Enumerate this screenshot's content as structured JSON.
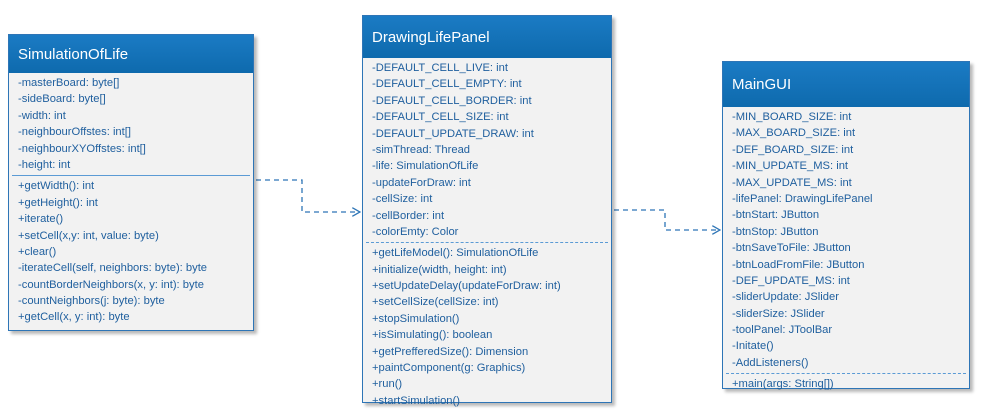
{
  "classes": [
    {
      "id": "cls-sim",
      "name": "SimulationOfLife",
      "attributes": [
        "-masterBoard: byte[]",
        "-sideBoard: byte[]",
        "-width: int",
        "-neighbourOffstes: int[]",
        "-neighbourXYOffstes: int[]",
        "-height: int"
      ],
      "operations": [
        "+getWidth(): int",
        "+getHeight(): int",
        "+iterate()",
        "+setCell(x,y: int, value: byte)",
        "+clear()",
        "-iterateCell(self, neighbors: byte): byte",
        "-countBorderNeighbors(x, y: int): byte",
        "-countNeighbors(j: byte): byte",
        "+getCell(x, y: int): byte"
      ]
    },
    {
      "id": "cls-draw",
      "name": "DrawingLifePanel",
      "attributes": [
        "-DEFAULT_CELL_LIVE: int",
        "-DEFAULT_CELL_EMPTY: int",
        "-DEFAULT_CELL_BORDER: int",
        "-DEFAULT_CELL_SIZE: int",
        "-DEFAULT_UPDATE_DRAW: int",
        "-simThread: Thread",
        "-life: SimulationOfLife",
        "-updateForDraw: int",
        "-cellSize: int",
        "-cellBorder: int",
        "-colorEmty: Color"
      ],
      "operations": [
        "+getLifeModel(): SimulationOfLife",
        "+initialize(width, height: int)",
        "+setUpdateDelay(updateForDraw: int)",
        "+setCellSize(cellSize: int)",
        "+stopSimulation()",
        "+isSimulating(): boolean",
        "+getPrefferedSize(): Dimension",
        "+paintComponent(g: Graphics)",
        "+run()",
        "+startSimulation()"
      ]
    },
    {
      "id": "cls-main",
      "name": "MainGUI",
      "attributes": [
        "-MIN_BOARD_SIZE: int",
        "-MAX_BOARD_SIZE: int",
        "-DEF_BOARD_SIZE: int",
        "-MIN_UPDATE_MS: int",
        "-MAX_UPDATE_MS: int",
        "-lifePanel: DrawingLifePanel",
        "-btnStart: JButton",
        "-btnStop: JButton",
        "-btnSaveToFile: JButton",
        "-btnLoadFromFile: JButton",
        "-DEF_UPDATE_MS: int",
        "-sliderUpdate: JSlider",
        "-sliderSize: JSlider",
        "-toolPanel: JToolBar",
        "-Initate()",
        "-AddListeners()"
      ],
      "operations": [
        "+main(args: String[])"
      ]
    }
  ],
  "relations": [
    {
      "from": "cls-sim",
      "to": "cls-draw",
      "style": "dashed-dependency"
    },
    {
      "from": "cls-draw",
      "to": "cls-main",
      "style": "dashed-dependency"
    }
  ],
  "colors": {
    "header": "#1172b8",
    "header_text": "#ffffff",
    "body": "#f2f2f2",
    "row_text": "#1f5f9e",
    "border": "#2e75b6",
    "connector": "#2e75b6"
  }
}
